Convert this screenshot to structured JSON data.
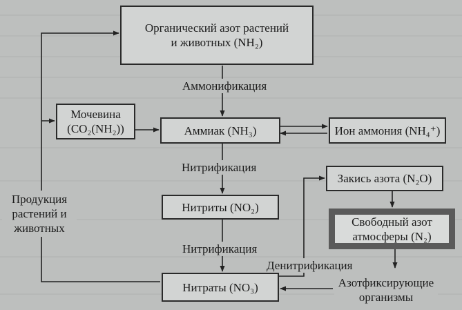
{
  "diagram": {
    "nodes": {
      "organic_nitrogen": [
        "Органический азот растений",
        "и животных (NH₂)"
      ],
      "urea": [
        "Мочевина",
        "(CO₂(NH₂))"
      ],
      "ammonia": "Аммиак (NH₃)",
      "ammonium_ion": "Ион аммония (NH₄⁺)",
      "nitrous_oxide": "Закись азота (N₂O)",
      "nitrites": "Нитриты (NO₂)",
      "free_nitrogen": [
        "Свободный азот",
        "атмосферы (N₂)"
      ],
      "nitrates": "Нитраты (NO₃)"
    },
    "labels": {
      "ammonification": "Аммонификация",
      "nitrification_1": "Нитрификация",
      "nitrification_2": "Нитрификация",
      "denitrification": "Денитрификация",
      "products": [
        "Продукция",
        "растений и",
        "животных"
      ],
      "nitrogen_fixing": [
        "Азотфиксирующие",
        "организмы"
      ]
    }
  }
}
